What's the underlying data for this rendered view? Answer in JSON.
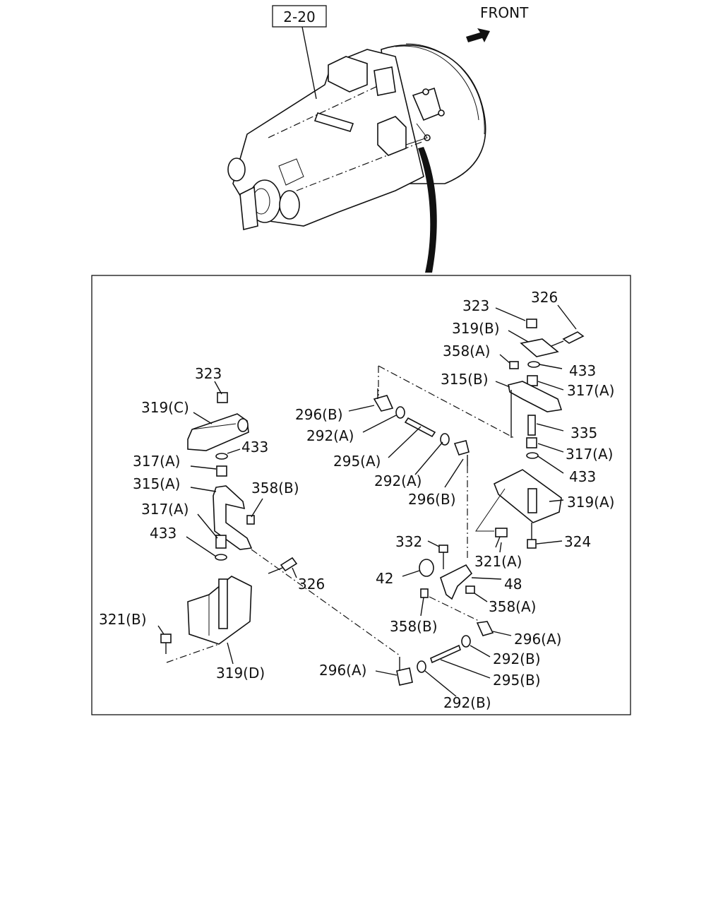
{
  "reference": "2-20",
  "direction": "FRONT",
  "callouts": {
    "c326_top": "326",
    "c323_top": "323",
    "c319b": "319(B)",
    "c358a_top": "358(A)",
    "c433_a": "433",
    "c315b": "315(B)",
    "c317a_r1": "317(A)",
    "c335": "335",
    "c317a_r2": "317(A)",
    "c433_b": "433",
    "c319a": "319(A)",
    "c324": "324",
    "c296b_top": "296(B)",
    "c292a_1": "292(A)",
    "c295a": "295(A)",
    "c292a_2": "292(A)",
    "c296b_2": "296(B)",
    "c332": "332",
    "c321a": "321(A)",
    "c42": "42",
    "c48": "48",
    "c358a_2": "358(A)",
    "c358b_2": "358(B)",
    "c296a_r": "296(A)",
    "c292b_1": "292(B)",
    "c295b": "295(B)",
    "c292b_2": "292(B)",
    "c296a_l": "296(A)",
    "c323_left": "323",
    "c319c": "319(C)",
    "c433_left1": "433",
    "c317a_l1": "317(A)",
    "c315a": "315(A)",
    "c358b_left": "358(B)",
    "c317a_l2": "317(A)",
    "c433_left2": "433",
    "c326_left": "326",
    "c321b": "321(B)",
    "c319d": "319(D)"
  }
}
